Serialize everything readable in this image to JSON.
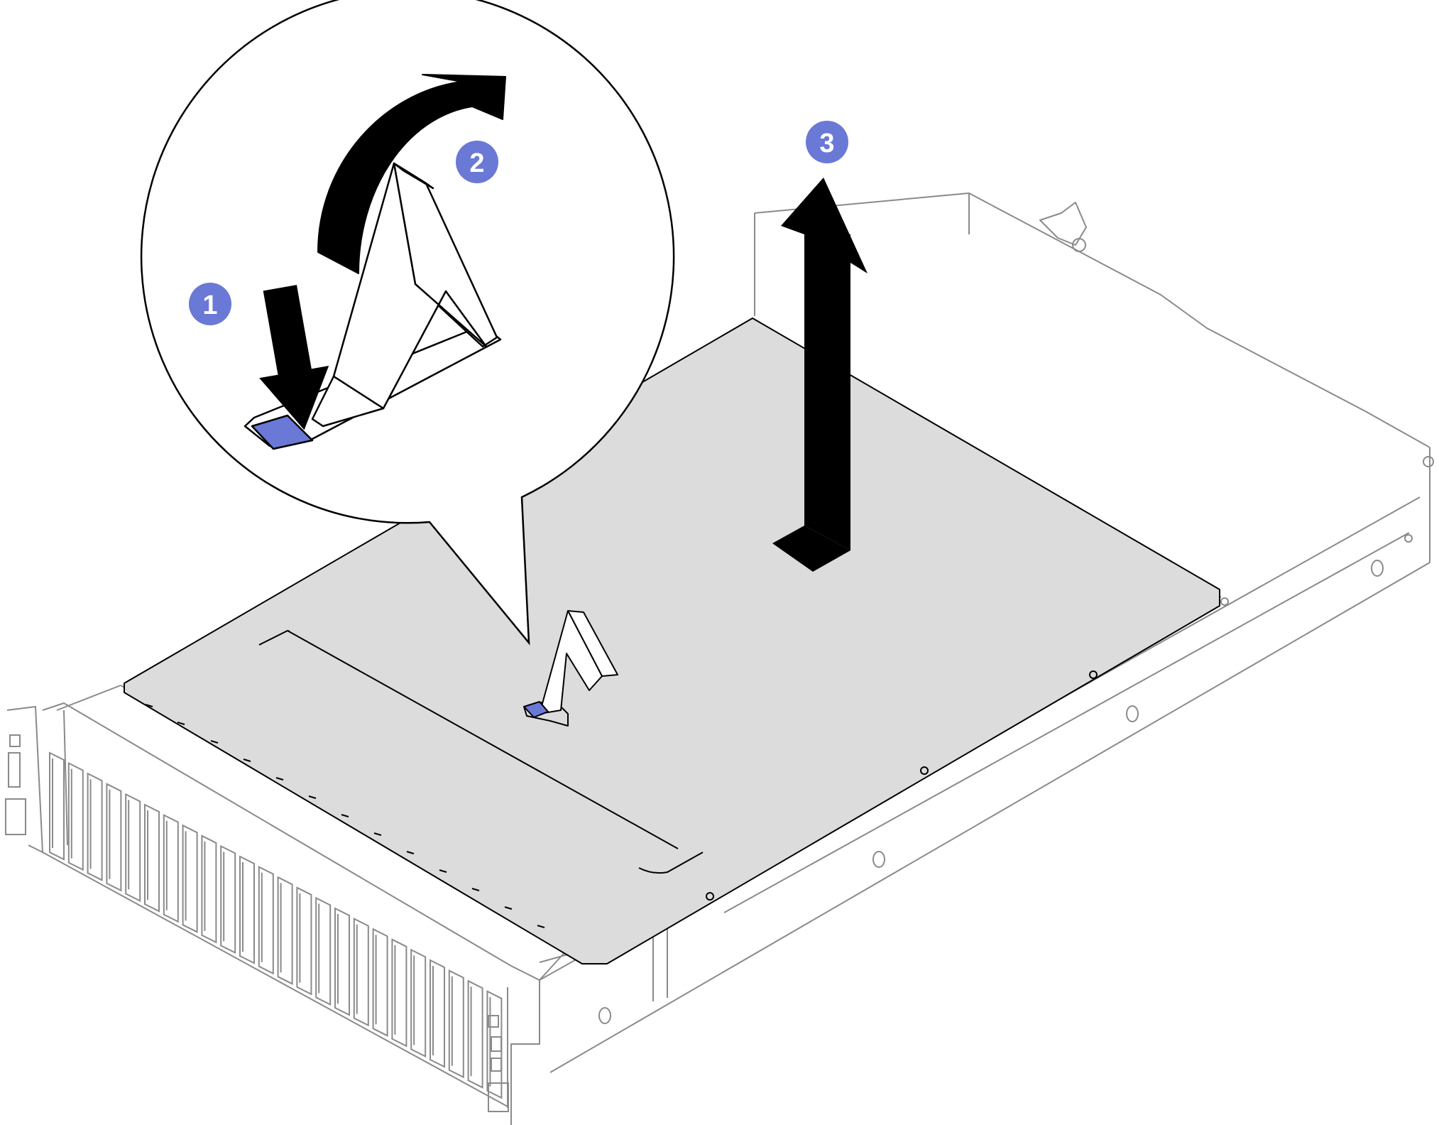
{
  "colors": {
    "line": "#000000",
    "chassis_line": "#8a8a8a",
    "cover_fill": "#dcdcdc",
    "accent": "#6a78d6",
    "arrow": "#000000",
    "background": "#ffffff"
  },
  "steps": [
    {
      "number": "1",
      "action": "press-release-button",
      "icon": "down-arrow-icon"
    },
    {
      "number": "2",
      "action": "rotate-cover-latch",
      "icon": "curved-arrow-icon"
    },
    {
      "number": "3",
      "action": "lift-top-cover",
      "icon": "up-arrow-icon"
    }
  ],
  "drive_bays": 24
}
